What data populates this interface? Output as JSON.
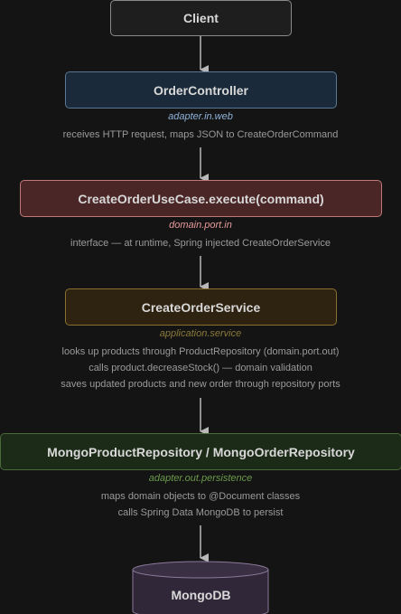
{
  "colors": {
    "background": "#141414",
    "controller": "#8fb3d9",
    "usecase": "#e89a9a",
    "service": "#8a7a3a",
    "repository": "#6a9a4a",
    "arrow": "#b8b8b8"
  },
  "client": {
    "label": "Client"
  },
  "controller": {
    "label": "OrderController",
    "package": "adapter.in.web",
    "description": "receives HTTP request, maps JSON to CreateOrderCommand"
  },
  "usecase": {
    "label": "CreateOrderUseCase.execute(command)",
    "package": "domain.port.in",
    "description": "interface — at runtime, Spring injected CreateOrderService"
  },
  "service": {
    "label": "CreateOrderService",
    "package": "application.service",
    "descriptions": [
      "looks up products through ProductRepository (domain.port.out)",
      "calls product.decreaseStock() — domain validation",
      "saves updated products and new order through repository ports"
    ]
  },
  "repository": {
    "label": "MongoProductRepository / MongoOrderRepository",
    "package": "adapter.out.persistence",
    "descriptions": [
      "maps domain objects to @Document classes",
      "calls Spring Data MongoDB to persist"
    ]
  },
  "database": {
    "label": "MongoDB",
    "icon": "database-cylinder-icon"
  }
}
